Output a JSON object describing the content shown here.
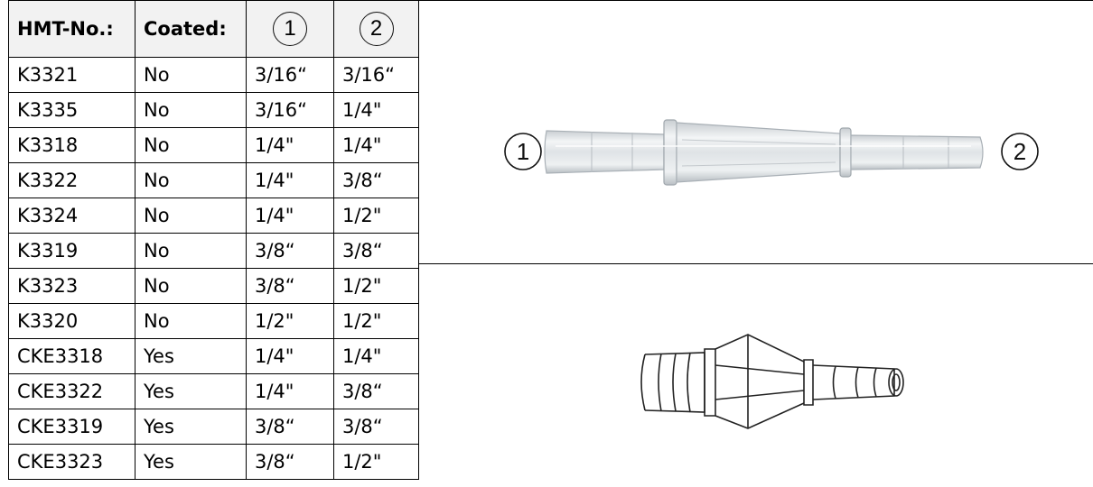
{
  "table": {
    "headers": {
      "hmt": "HMT-No.:",
      "coated": "Coated:",
      "end1": "1",
      "end2": "2"
    },
    "rows": [
      {
        "hmt": "K3321",
        "coated": "No",
        "end1": "3/16“",
        "end2": "3/16“"
      },
      {
        "hmt": "K3335",
        "coated": "No",
        "end1": "3/16“",
        "end2": "1/4\""
      },
      {
        "hmt": "K3318",
        "coated": "No",
        "end1": "1/4\"",
        "end2": "1/4\""
      },
      {
        "hmt": "K3322",
        "coated": "No",
        "end1": "1/4\"",
        "end2": "3/8“"
      },
      {
        "hmt": "K3324",
        "coated": "No",
        "end1": "1/4\"",
        "end2": "1/2\""
      },
      {
        "hmt": "K3319",
        "coated": "No",
        "end1": "3/8“",
        "end2": "3/8“"
      },
      {
        "hmt": "K3323",
        "coated": "No",
        "end1": "3/8“",
        "end2": "1/2\""
      },
      {
        "hmt": "K3320",
        "coated": "No",
        "end1": "1/2\"",
        "end2": "1/2\""
      },
      {
        "hmt": "CKE3318",
        "coated": "Yes",
        "end1": "1/4\"",
        "end2": "1/4\""
      },
      {
        "hmt": "CKE3322",
        "coated": "Yes",
        "end1": "1/4\"",
        "end2": "3/8“"
      },
      {
        "hmt": "CKE3319",
        "coated": "Yes",
        "end1": "3/8“",
        "end2": "3/8“"
      },
      {
        "hmt": "CKE3323",
        "coated": "Yes",
        "end1": "3/8“",
        "end2": "1/2\""
      }
    ]
  },
  "photo": {
    "label_left": "1",
    "label_right": "2"
  },
  "colors": {
    "header_bg": "#f2f2f2",
    "border": "#000000",
    "connector_tint": "#d9dcdf"
  },
  "icons": {
    "end_marker": "circled-number",
    "connector_photo": "straight-reducer-connector",
    "connector_sketch": "reducer-connector-drawing"
  }
}
